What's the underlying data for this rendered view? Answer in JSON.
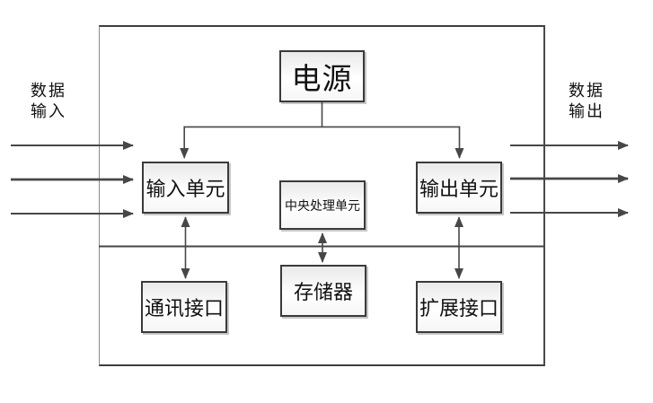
{
  "diagram_type": "block-diagram",
  "nodes": {
    "power": {
      "label": "电源"
    },
    "input_unit": {
      "label": "输入单元"
    },
    "cpu": {
      "label": "中央处理单元"
    },
    "output_unit": {
      "label": "输出单元"
    },
    "comm_interface": {
      "label": "通讯接口"
    },
    "memory": {
      "label": "存储器"
    },
    "expansion_interface": {
      "label": "扩展接口"
    }
  },
  "labels": {
    "data_input": {
      "line1": "数据",
      "line2": "输入"
    },
    "data_output": {
      "line1": "数据",
      "line2": "输出"
    }
  },
  "connections": [
    {
      "from": "power",
      "to": "input_unit",
      "style": "arrow"
    },
    {
      "from": "power",
      "to": "output_unit",
      "style": "arrow"
    },
    {
      "from": "input_unit",
      "to": "comm_interface",
      "style": "double-arrow"
    },
    {
      "from": "cpu",
      "to": "memory",
      "style": "double-arrow"
    },
    {
      "from": "output_unit",
      "to": "expansion_interface",
      "style": "double-arrow"
    },
    {
      "from": "external",
      "to": "input_unit",
      "style": "three-parallel-arrows"
    },
    {
      "from": "output_unit",
      "to": "external",
      "style": "three-parallel-arrows"
    }
  ],
  "colors": {
    "line": "#474747",
    "node_border": "#3a3a3a",
    "node_fill_top": "#e9e9e9",
    "node_fill_bottom": "#ffffff",
    "outer_border": "#4a4a4a",
    "text": "#111111",
    "background": "#ffffff"
  }
}
